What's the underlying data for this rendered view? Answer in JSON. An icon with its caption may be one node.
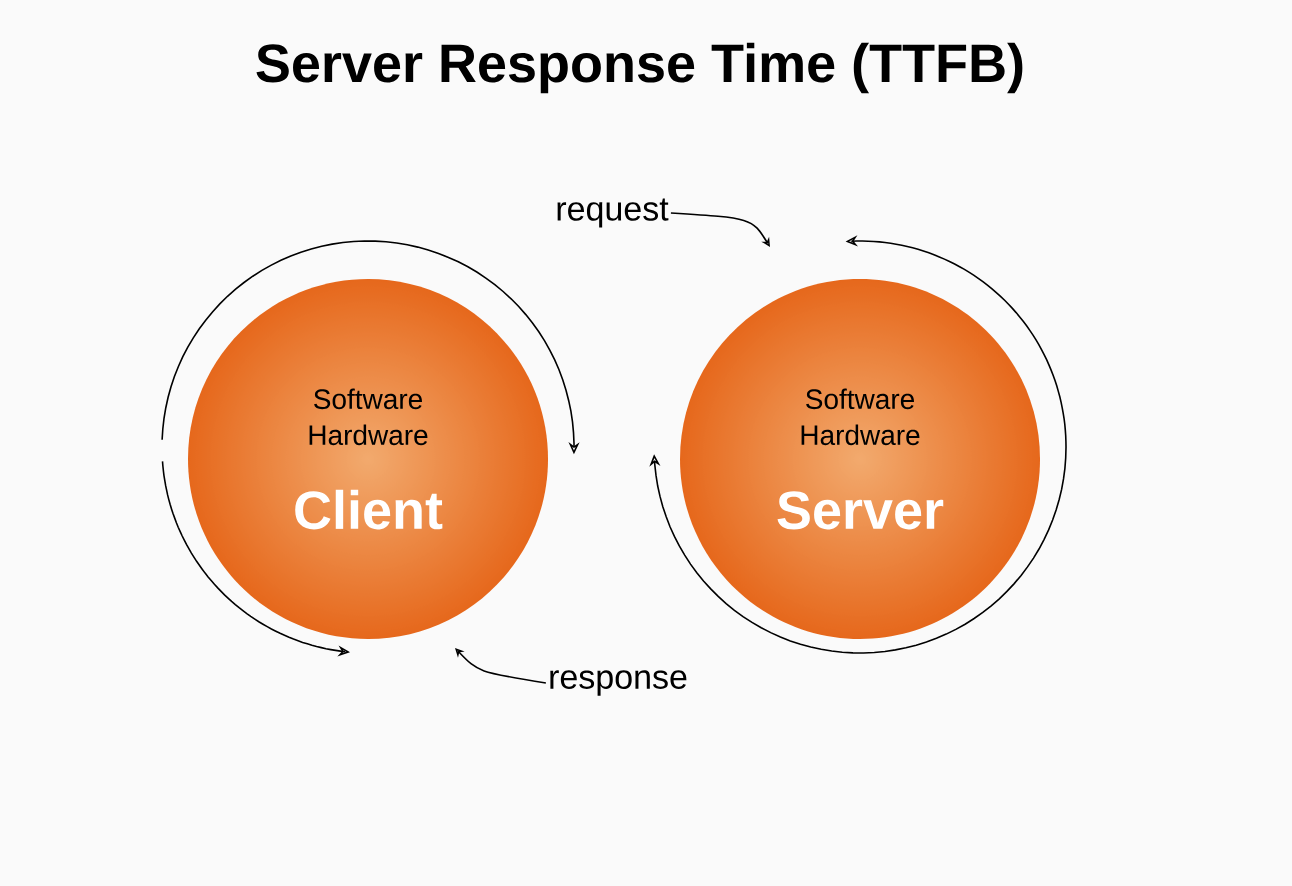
{
  "diagram": {
    "title": "Server Response Time (TTFB)",
    "nodes": [
      {
        "text": [
          "Software Hardware",
          "Client"
        ]
      },
      {
        "text": [
          "Software Hardware",
          "Server"
        ]
      },
      {
        "text": [
          "request"
        ]
      },
      {
        "text": [
          "response"
        ]
      }
    ],
    "edges": [
      {
        "from": 2,
        "to": null,
        "arrow": "to"
      },
      {
        "from": 3,
        "to": null,
        "arrow": "to"
      }
    ]
  }
}
